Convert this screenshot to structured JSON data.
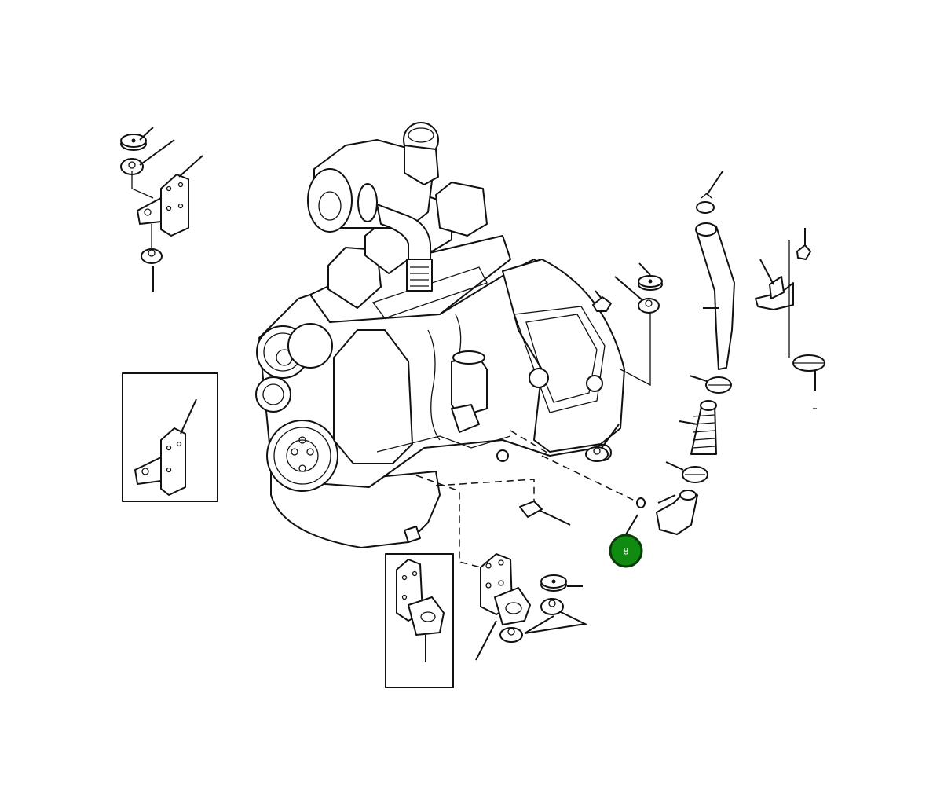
{
  "callout": {
    "number": "8",
    "color": "#118a11",
    "border_color": "#0b3d0b"
  },
  "icons": [
    "engine-assembly",
    "turbocharger",
    "engine-mount-bracket",
    "rubber-isolator",
    "coolant-hose",
    "hose-clamp",
    "elbow-fitting",
    "pipe-clamp"
  ]
}
